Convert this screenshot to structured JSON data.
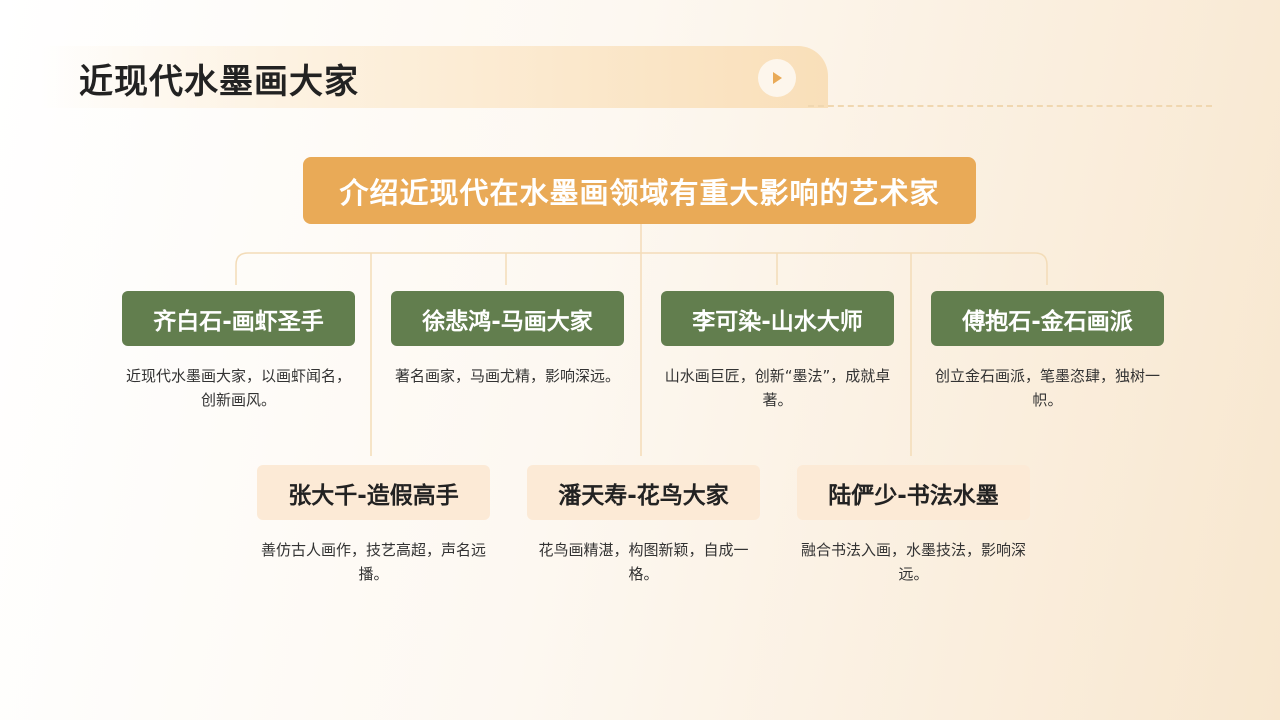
{
  "header": {
    "title": "近现代水墨画大家",
    "play_icon": "play-icon"
  },
  "diagram": {
    "root": "介绍近现代在水墨画领域有重大影响的艺术家",
    "colors": {
      "root": "#e9aa57",
      "primary_node": "#627e4e",
      "secondary_node": "#fcead6",
      "connector": "#f3dcb8"
    },
    "row1": [
      {
        "label": "齐白石-画虾圣手",
        "desc": "近现代水墨画大家，以画虾闻名，创新画风。"
      },
      {
        "label": "徐悲鸿-马画大家",
        "desc": "著名画家，马画尤精，影响深远。"
      },
      {
        "label": "李可染-山水大师",
        "desc": "山水画巨匠，创新“墨法”，成就卓著。"
      },
      {
        "label": "傅抱石-金石画派",
        "desc": "创立金石画派，笔墨恣肆，独树一帜。"
      }
    ],
    "row2": [
      {
        "label": "张大千-造假高手",
        "desc": "善仿古人画作，技艺高超，声名远播。"
      },
      {
        "label": "潘天寿-花鸟大家",
        "desc": "花鸟画精湛，构图新颖，自成一格。"
      },
      {
        "label": "陆俨少-书法水墨",
        "desc": "融合书法入画，水墨技法，影响深远。"
      }
    ]
  }
}
